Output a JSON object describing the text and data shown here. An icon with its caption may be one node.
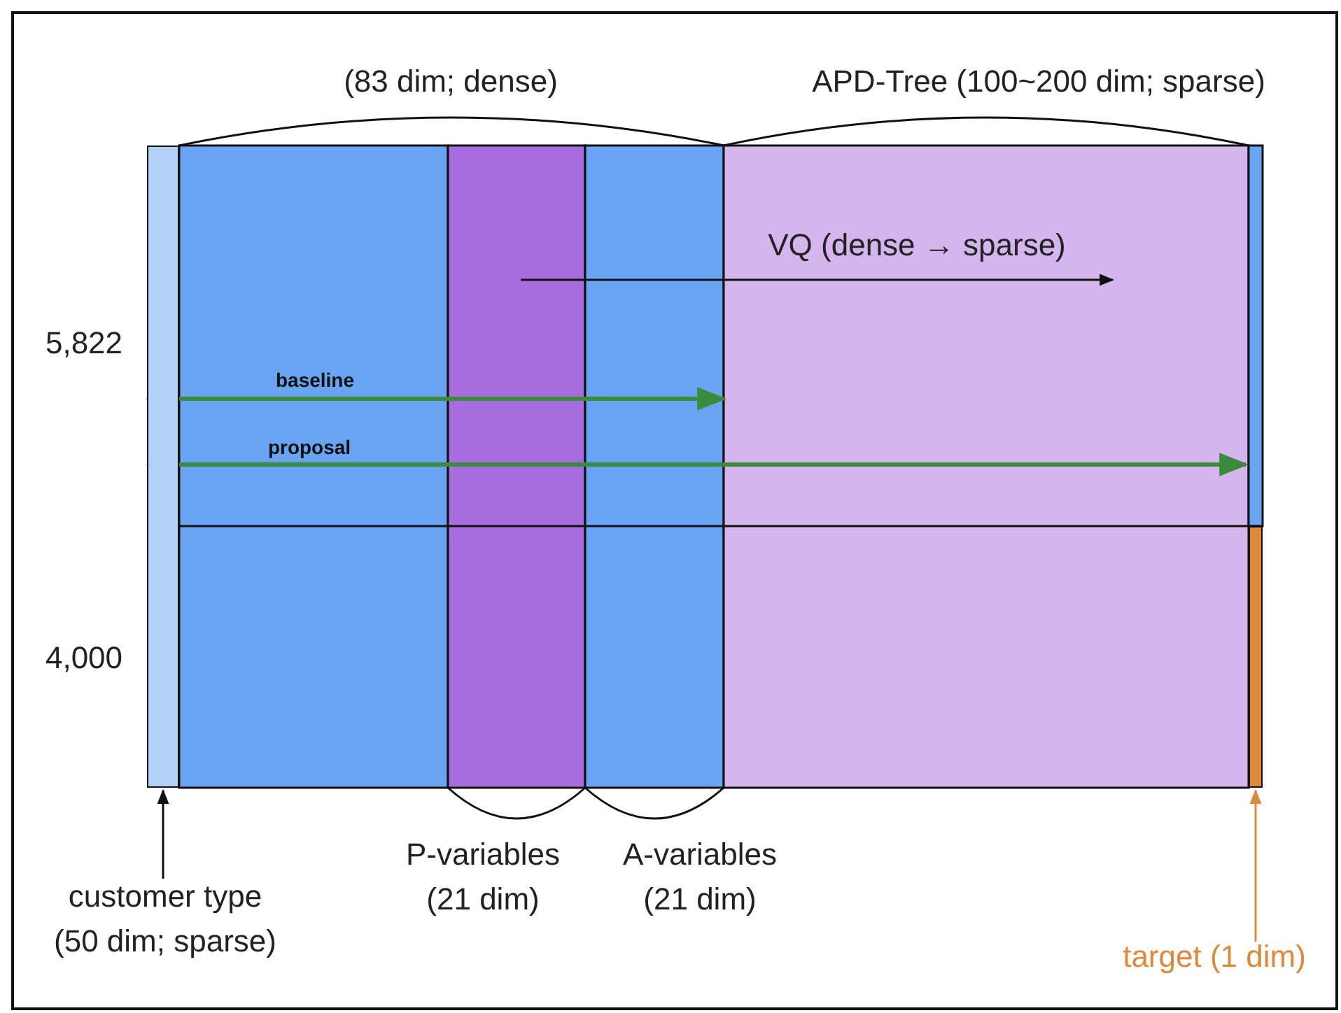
{
  "diagram": {
    "nodes": [
      {
        "text": [
          "customer type (50 dim; sparse)"
        ]
      },
      {
        "text": [],
        "shape": "bar"
      },
      {
        "text": [
          "target (1 dim)"
        ]
      },
      {
        "text": [],
        "shape": "bar"
      }
    ],
    "edges": [
      {
        "from": 0,
        "to": 1,
        "arrow": "to"
      },
      {
        "from": 2,
        "to": 3,
        "arrow": "to",
        "color": "#dd8a3c"
      }
    ],
    "labels": [
      "(83 dim; dense)",
      "APD-Tree (100~200 dim; sparse)",
      "VQ (dense → sparse)",
      "5,822",
      "baseline",
      "proposal",
      "4,000",
      "P-variables (21 dim)",
      "A-variables (21 dim)"
    ]
  }
}
